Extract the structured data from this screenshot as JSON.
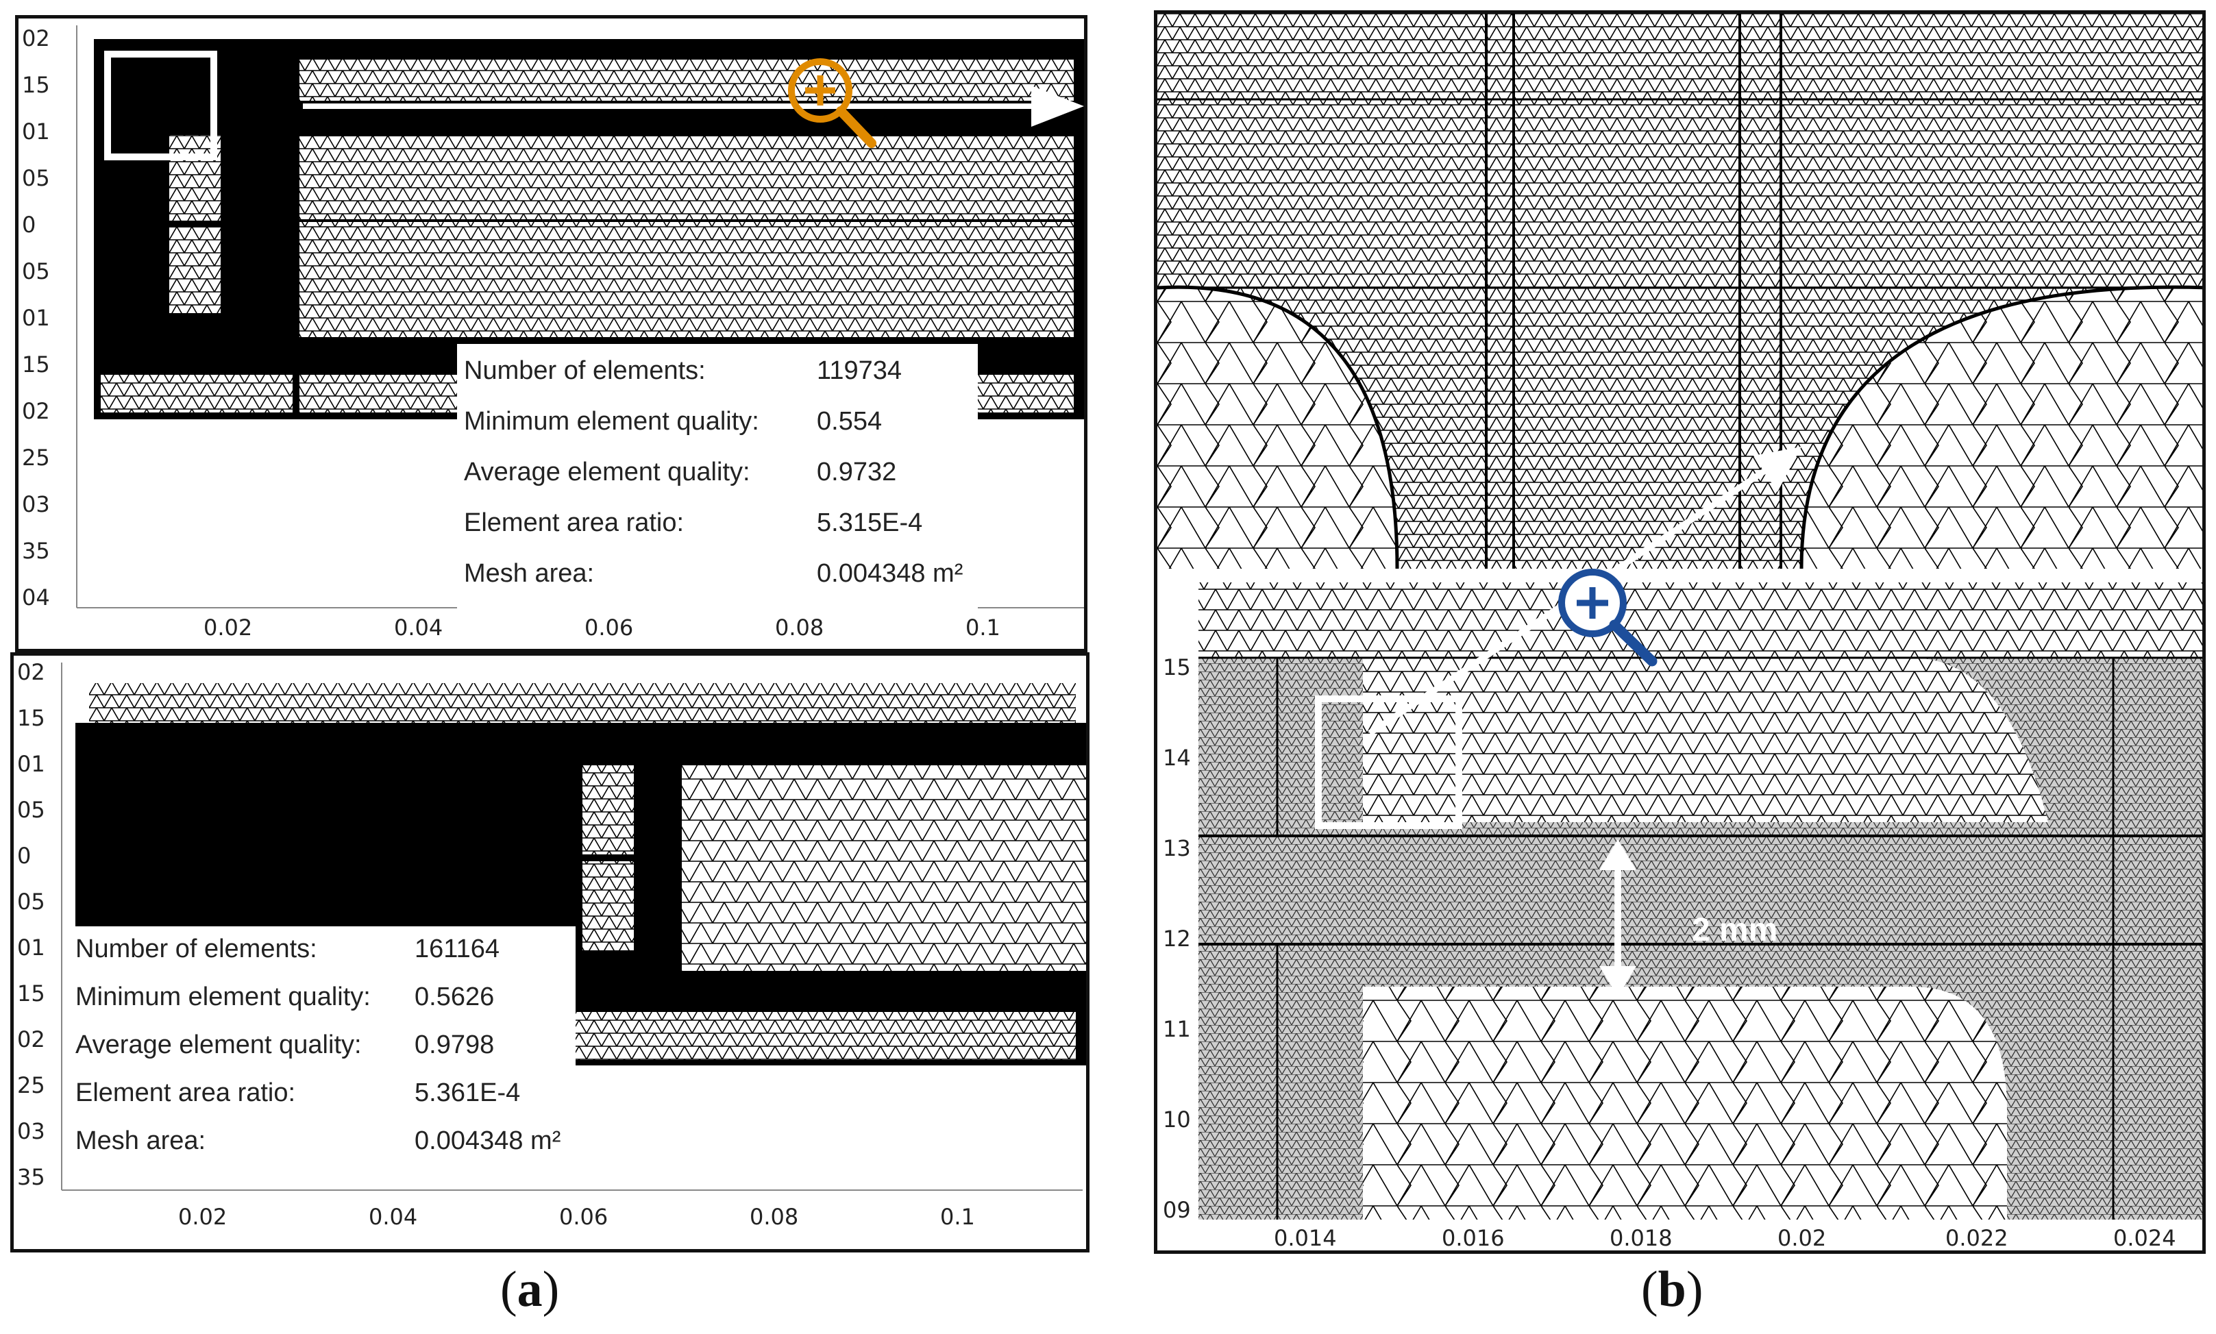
{
  "panel_a_top": {
    "y_ticks": [
      "02",
      "15",
      "01",
      "05",
      "0",
      "05",
      "01",
      "15",
      "02",
      "25",
      "03",
      "35",
      "04"
    ],
    "x_ticks": [
      "0.02",
      "0.04",
      "0.06",
      "0.08",
      "0.1"
    ],
    "stats": [
      {
        "label": "Number of elements:",
        "value": "119734"
      },
      {
        "label": "Minimum element quality:",
        "value": "0.554"
      },
      {
        "label": "Average element quality:",
        "value": "0.9732"
      },
      {
        "label": "Element area ratio:",
        "value": "5.315E-4"
      },
      {
        "label": "Mesh area:",
        "value": "0.004348 m²"
      }
    ]
  },
  "panel_a_bottom": {
    "y_ticks": [
      "02",
      "15",
      "01",
      "05",
      "0",
      "05",
      "01",
      "15",
      "02",
      "25",
      "03",
      "35"
    ],
    "x_ticks": [
      "0.02",
      "0.04",
      "0.06",
      "0.08",
      "0.1"
    ],
    "stats": [
      {
        "label": "Number of elements:",
        "value": "161164"
      },
      {
        "label": "Minimum element quality:",
        "value": "0.5626"
      },
      {
        "label": "Average element quality:",
        "value": "0.9798"
      },
      {
        "label": "Element area ratio:",
        "value": "5.361E-4"
      },
      {
        "label": "Mesh area:",
        "value": "0.004348 m²"
      }
    ]
  },
  "panel_b": {
    "y_ticks": [
      "15",
      "14",
      "13",
      "12",
      "11",
      "10",
      "09"
    ],
    "x_ticks": [
      "0.014",
      "0.016",
      "0.018",
      "0.02",
      "0.022",
      "0.024"
    ],
    "gap_label": "2 mm"
  },
  "captions": {
    "a": "a",
    "b": "b"
  },
  "colors": {
    "zoom_a": "#E08A00",
    "zoom_b": "#1D4E9B",
    "mesh_dark": "#000000",
    "mesh_light": "#ffffff"
  }
}
